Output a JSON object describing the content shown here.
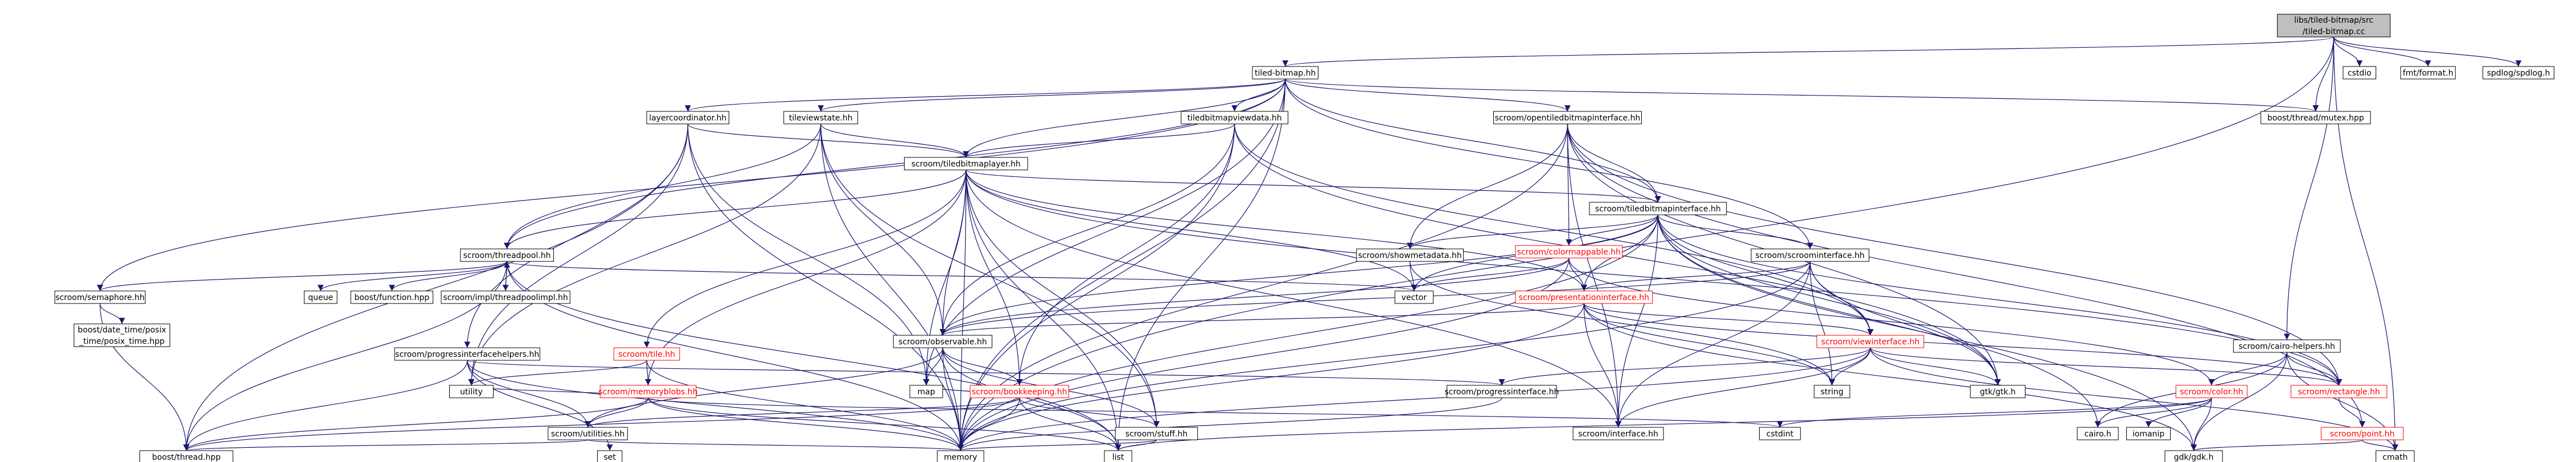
{
  "nodes": [
    {
      "id": "root",
      "lines": [
        "libs/tiled-bitmap/src",
        "/tiled-bitmap.cc"
      ],
      "style": "root"
    },
    {
      "id": "tbhh",
      "lines": [
        "tiled-bitmap.hh"
      ]
    },
    {
      "id": "cstdio",
      "lines": [
        "cstdio"
      ],
      "style": "plain"
    },
    {
      "id": "fmt",
      "lines": [
        "fmt/format.h"
      ],
      "style": "plain"
    },
    {
      "id": "spdlog",
      "lines": [
        "spdlog/spdlog.h"
      ],
      "style": "plain"
    },
    {
      "id": "mutex",
      "lines": [
        "boost/thread/mutex.hpp"
      ],
      "style": "plain"
    },
    {
      "id": "layercoord",
      "lines": [
        "layercoordinator.hh"
      ]
    },
    {
      "id": "tileview",
      "lines": [
        "tileviewstate.hh"
      ]
    },
    {
      "id": "tbviewdata",
      "lines": [
        "tiledbitmapviewdata.hh"
      ]
    },
    {
      "id": "opentbi",
      "lines": [
        "scroom/opentiledbitmapinterface.hh"
      ]
    },
    {
      "id": "semaphore",
      "lines": [
        "scroom/semaphore.hh"
      ]
    },
    {
      "id": "tblayer",
      "lines": [
        "scroom/tiledbitmaplayer.hh"
      ]
    },
    {
      "id": "cairohelpers",
      "lines": [
        "scroom/cairo-helpers.hh"
      ]
    },
    {
      "id": "tbiface",
      "lines": [
        "scroom/tiledbitmapinterface.hh"
      ]
    },
    {
      "id": "threadpool",
      "lines": [
        "scroom/threadpool.hh"
      ]
    },
    {
      "id": "queue",
      "lines": [
        "queue"
      ],
      "style": "plain"
    },
    {
      "id": "boostfunc",
      "lines": [
        "boost/function.hpp"
      ],
      "style": "plain"
    },
    {
      "id": "threadpoolimpl",
      "lines": [
        "scroom/impl/threadpoolimpl.hh"
      ]
    },
    {
      "id": "showmeta",
      "lines": [
        "scroom/showmetadata.hh"
      ]
    },
    {
      "id": "colormap",
      "lines": [
        "scroom/colormappable.hh"
      ],
      "style": "red"
    },
    {
      "id": "scroomiface",
      "lines": [
        "scroom/scroominterface.hh"
      ]
    },
    {
      "id": "vector",
      "lines": [
        "vector"
      ],
      "style": "plain"
    },
    {
      "id": "presiface",
      "lines": [
        "scroom/presentationinterface.hh"
      ],
      "style": "red"
    },
    {
      "id": "posixtime",
      "lines": [
        "boost/date_time/posix",
        "_time/posix_time.hpp"
      ],
      "style": "plain"
    },
    {
      "id": "progresshelpers",
      "lines": [
        "scroom/progressinterfacehelpers.hh"
      ]
    },
    {
      "id": "tile",
      "lines": [
        "scroom/tile.hh"
      ],
      "style": "red"
    },
    {
      "id": "observable",
      "lines": [
        "scroom/observable.hh"
      ]
    },
    {
      "id": "viewiface",
      "lines": [
        "scroom/viewinterface.hh"
      ],
      "style": "red"
    },
    {
      "id": "memblobs",
      "lines": [
        "scroom/memoryblobs.hh"
      ],
      "style": "red"
    },
    {
      "id": "bookkeeping",
      "lines": [
        "scroom/bookkeeping.hh"
      ],
      "style": "red"
    },
    {
      "id": "progiface",
      "lines": [
        "scroom/progressinterface.hh"
      ]
    },
    {
      "id": "color",
      "lines": [
        "scroom/color.hh"
      ],
      "style": "red"
    },
    {
      "id": "rectangle",
      "lines": [
        "scroom/rectangle.hh"
      ],
      "style": "red"
    },
    {
      "id": "utilities",
      "lines": [
        "scroom/utilities.hh"
      ]
    },
    {
      "id": "stuff",
      "lines": [
        "scroom/stuff.hh"
      ]
    },
    {
      "id": "interface",
      "lines": [
        "scroom/interface.hh"
      ]
    },
    {
      "id": "point",
      "lines": [
        "scroom/point.hh"
      ],
      "style": "red"
    },
    {
      "id": "utility",
      "lines": [
        "utility"
      ],
      "style": "plain"
    },
    {
      "id": "map",
      "lines": [
        "map"
      ],
      "style": "plain"
    },
    {
      "id": "string",
      "lines": [
        "string"
      ],
      "style": "plain"
    },
    {
      "id": "gtk",
      "lines": [
        "gtk/gtk.h"
      ],
      "style": "plain"
    },
    {
      "id": "cstdint",
      "lines": [
        "cstdint"
      ],
      "style": "plain"
    },
    {
      "id": "cairo",
      "lines": [
        "cairo.h"
      ],
      "style": "plain"
    },
    {
      "id": "iomanip",
      "lines": [
        "iomanip"
      ],
      "style": "plain"
    },
    {
      "id": "boostthread",
      "lines": [
        "boost/thread.hpp"
      ],
      "style": "plain"
    },
    {
      "id": "set",
      "lines": [
        "set"
      ],
      "style": "plain"
    },
    {
      "id": "memory",
      "lines": [
        "memory"
      ],
      "style": "plain"
    },
    {
      "id": "list",
      "lines": [
        "list"
      ],
      "style": "plain"
    },
    {
      "id": "gdk",
      "lines": [
        "gdk/gdk.h"
      ],
      "style": "plain"
    },
    {
      "id": "cmath",
      "lines": [
        "cmath"
      ],
      "style": "plain"
    }
  ],
  "edges": [
    [
      "root",
      "tbhh"
    ],
    [
      "root",
      "cstdio"
    ],
    [
      "root",
      "fmt"
    ],
    [
      "root",
      "spdlog"
    ],
    [
      "root",
      "mutex"
    ],
    [
      "root",
      "cairohelpers"
    ],
    [
      "root",
      "memory"
    ],
    [
      "root",
      "cmath"
    ],
    [
      "tbhh",
      "layercoord"
    ],
    [
      "tbhh",
      "tileview"
    ],
    [
      "tbhh",
      "tbviewdata"
    ],
    [
      "tbhh",
      "opentbi"
    ],
    [
      "tbhh",
      "semaphore"
    ],
    [
      "tbhh",
      "tblayer"
    ],
    [
      "tbhh",
      "tbiface"
    ],
    [
      "tbhh",
      "threadpool"
    ],
    [
      "tbhh",
      "scroomiface"
    ],
    [
      "tbhh",
      "mutex"
    ],
    [
      "tbhh",
      "map"
    ],
    [
      "tbhh",
      "memory"
    ],
    [
      "tbhh",
      "list"
    ],
    [
      "layercoord",
      "tblayer"
    ],
    [
      "layercoord",
      "boostthread"
    ],
    [
      "layercoord",
      "map"
    ],
    [
      "layercoord",
      "memory"
    ],
    [
      "layercoord",
      "utility"
    ],
    [
      "layercoord",
      "progresshelpers"
    ],
    [
      "tileview",
      "tblayer"
    ],
    [
      "tileview",
      "threadpool"
    ],
    [
      "tileview",
      "observable"
    ],
    [
      "tileview",
      "stuff"
    ],
    [
      "tileview",
      "memory"
    ],
    [
      "tileview",
      "utility"
    ],
    [
      "tbviewdata",
      "tblayer"
    ],
    [
      "tbviewdata",
      "viewiface"
    ],
    [
      "tbviewdata",
      "bookkeeping"
    ],
    [
      "tbviewdata",
      "observable"
    ],
    [
      "tbviewdata",
      "memory"
    ],
    [
      "tbviewdata",
      "gtk"
    ],
    [
      "opentbi",
      "tbiface"
    ],
    [
      "opentbi",
      "showmeta"
    ],
    [
      "opentbi",
      "colormap"
    ],
    [
      "opentbi",
      "rectangle"
    ],
    [
      "opentbi",
      "interface"
    ],
    [
      "opentbi",
      "point"
    ],
    [
      "opentbi",
      "memory"
    ],
    [
      "opentbi",
      "gtk"
    ],
    [
      "semaphore",
      "boostthread"
    ],
    [
      "semaphore",
      "posixtime"
    ],
    [
      "tblayer",
      "threadpool"
    ],
    [
      "tblayer",
      "tbiface"
    ],
    [
      "tblayer",
      "tile"
    ],
    [
      "tblayer",
      "memblobs"
    ],
    [
      "tblayer",
      "observable"
    ],
    [
      "tblayer",
      "bookkeeping"
    ],
    [
      "tblayer",
      "stuff"
    ],
    [
      "tblayer",
      "presiface"
    ],
    [
      "tblayer",
      "vector"
    ],
    [
      "tblayer",
      "map"
    ],
    [
      "tblayer",
      "memory"
    ],
    [
      "tblayer",
      "list"
    ],
    [
      "tblayer",
      "interface"
    ],
    [
      "tblayer",
      "rectangle"
    ],
    [
      "cairohelpers",
      "color"
    ],
    [
      "cairohelpers",
      "rectangle"
    ],
    [
      "cairohelpers",
      "gdk"
    ],
    [
      "cairohelpers",
      "cairo"
    ],
    [
      "cairohelpers",
      "cmath"
    ],
    [
      "tbiface",
      "scroomiface"
    ],
    [
      "tbiface",
      "colormap"
    ],
    [
      "tbiface",
      "presiface"
    ],
    [
      "tbiface",
      "showmeta"
    ],
    [
      "tbiface",
      "viewiface"
    ],
    [
      "tbiface",
      "gtk"
    ],
    [
      "tbiface",
      "vector"
    ],
    [
      "tbiface",
      "cairo"
    ],
    [
      "tbiface",
      "memory"
    ],
    [
      "tbiface",
      "observable"
    ],
    [
      "tbiface",
      "rectangle"
    ],
    [
      "tbiface",
      "interface"
    ],
    [
      "tbiface",
      "gdk"
    ],
    [
      "threadpool",
      "semaphore"
    ],
    [
      "threadpool",
      "queue"
    ],
    [
      "threadpool",
      "boostfunc"
    ],
    [
      "threadpool",
      "threadpoolimpl"
    ],
    [
      "threadpool",
      "vector"
    ],
    [
      "threadpool",
      "boostthread"
    ],
    [
      "threadpool",
      "memory"
    ],
    [
      "threadpool",
      "list"
    ],
    [
      "threadpoolimpl",
      "threadpool"
    ],
    [
      "showmeta",
      "vector"
    ],
    [
      "showmeta",
      "string"
    ],
    [
      "colormap",
      "vector"
    ],
    [
      "colormap",
      "presiface"
    ],
    [
      "colormap",
      "observable"
    ],
    [
      "colormap",
      "color"
    ],
    [
      "colormap",
      "memory"
    ],
    [
      "scroomiface",
      "presiface"
    ],
    [
      "scroomiface",
      "viewiface"
    ],
    [
      "scroomiface",
      "string"
    ],
    [
      "scroomiface",
      "gtk"
    ],
    [
      "scroomiface",
      "interface"
    ],
    [
      "scroomiface",
      "memory"
    ],
    [
      "scroomiface",
      "observable"
    ],
    [
      "presiface",
      "viewiface"
    ],
    [
      "presiface",
      "observable"
    ],
    [
      "presiface",
      "rectangle"
    ],
    [
      "presiface",
      "interface"
    ],
    [
      "presiface",
      "string"
    ],
    [
      "presiface",
      "memory"
    ],
    [
      "presiface",
      "gdk"
    ],
    [
      "progresshelpers",
      "progiface"
    ],
    [
      "progresshelpers",
      "boostthread"
    ],
    [
      "progresshelpers",
      "utilities"
    ],
    [
      "progresshelpers",
      "memory"
    ],
    [
      "progresshelpers",
      "set"
    ],
    [
      "tile",
      "memblobs"
    ],
    [
      "tile",
      "memory"
    ],
    [
      "tile",
      "utility"
    ],
    [
      "observable",
      "bookkeeping"
    ],
    [
      "observable",
      "utilities"
    ],
    [
      "observable",
      "stuff"
    ],
    [
      "observable",
      "map"
    ],
    [
      "observable",
      "memory"
    ],
    [
      "observable",
      "list"
    ],
    [
      "viewiface",
      "progiface"
    ],
    [
      "viewiface",
      "rectangle"
    ],
    [
      "viewiface",
      "gtk"
    ],
    [
      "viewiface",
      "interface"
    ],
    [
      "viewiface",
      "string"
    ],
    [
      "viewiface",
      "memory"
    ],
    [
      "viewiface",
      "cmath"
    ],
    [
      "memblobs",
      "utilities"
    ],
    [
      "memblobs",
      "boostthread"
    ],
    [
      "memblobs",
      "utility"
    ],
    [
      "memblobs",
      "cstdint"
    ],
    [
      "memblobs",
      "memory"
    ],
    [
      "memblobs",
      "list"
    ],
    [
      "bookkeeping",
      "stuff"
    ],
    [
      "bookkeeping",
      "boostthread"
    ],
    [
      "bookkeeping",
      "map"
    ],
    [
      "bookkeeping",
      "memory"
    ],
    [
      "bookkeeping",
      "list"
    ],
    [
      "bookkeeping",
      "utilities"
    ],
    [
      "progiface",
      "memory"
    ],
    [
      "color",
      "cstdint"
    ],
    [
      "color",
      "iomanip"
    ],
    [
      "color",
      "gdk"
    ],
    [
      "color",
      "cairo"
    ],
    [
      "color",
      "list"
    ],
    [
      "rectangle",
      "point"
    ],
    [
      "utilities",
      "boostthread"
    ],
    [
      "utilities",
      "memory"
    ],
    [
      "stuff",
      "memory"
    ],
    [
      "stuff",
      "list"
    ],
    [
      "point",
      "cmath"
    ],
    [
      "point",
      "gdk"
    ]
  ]
}
